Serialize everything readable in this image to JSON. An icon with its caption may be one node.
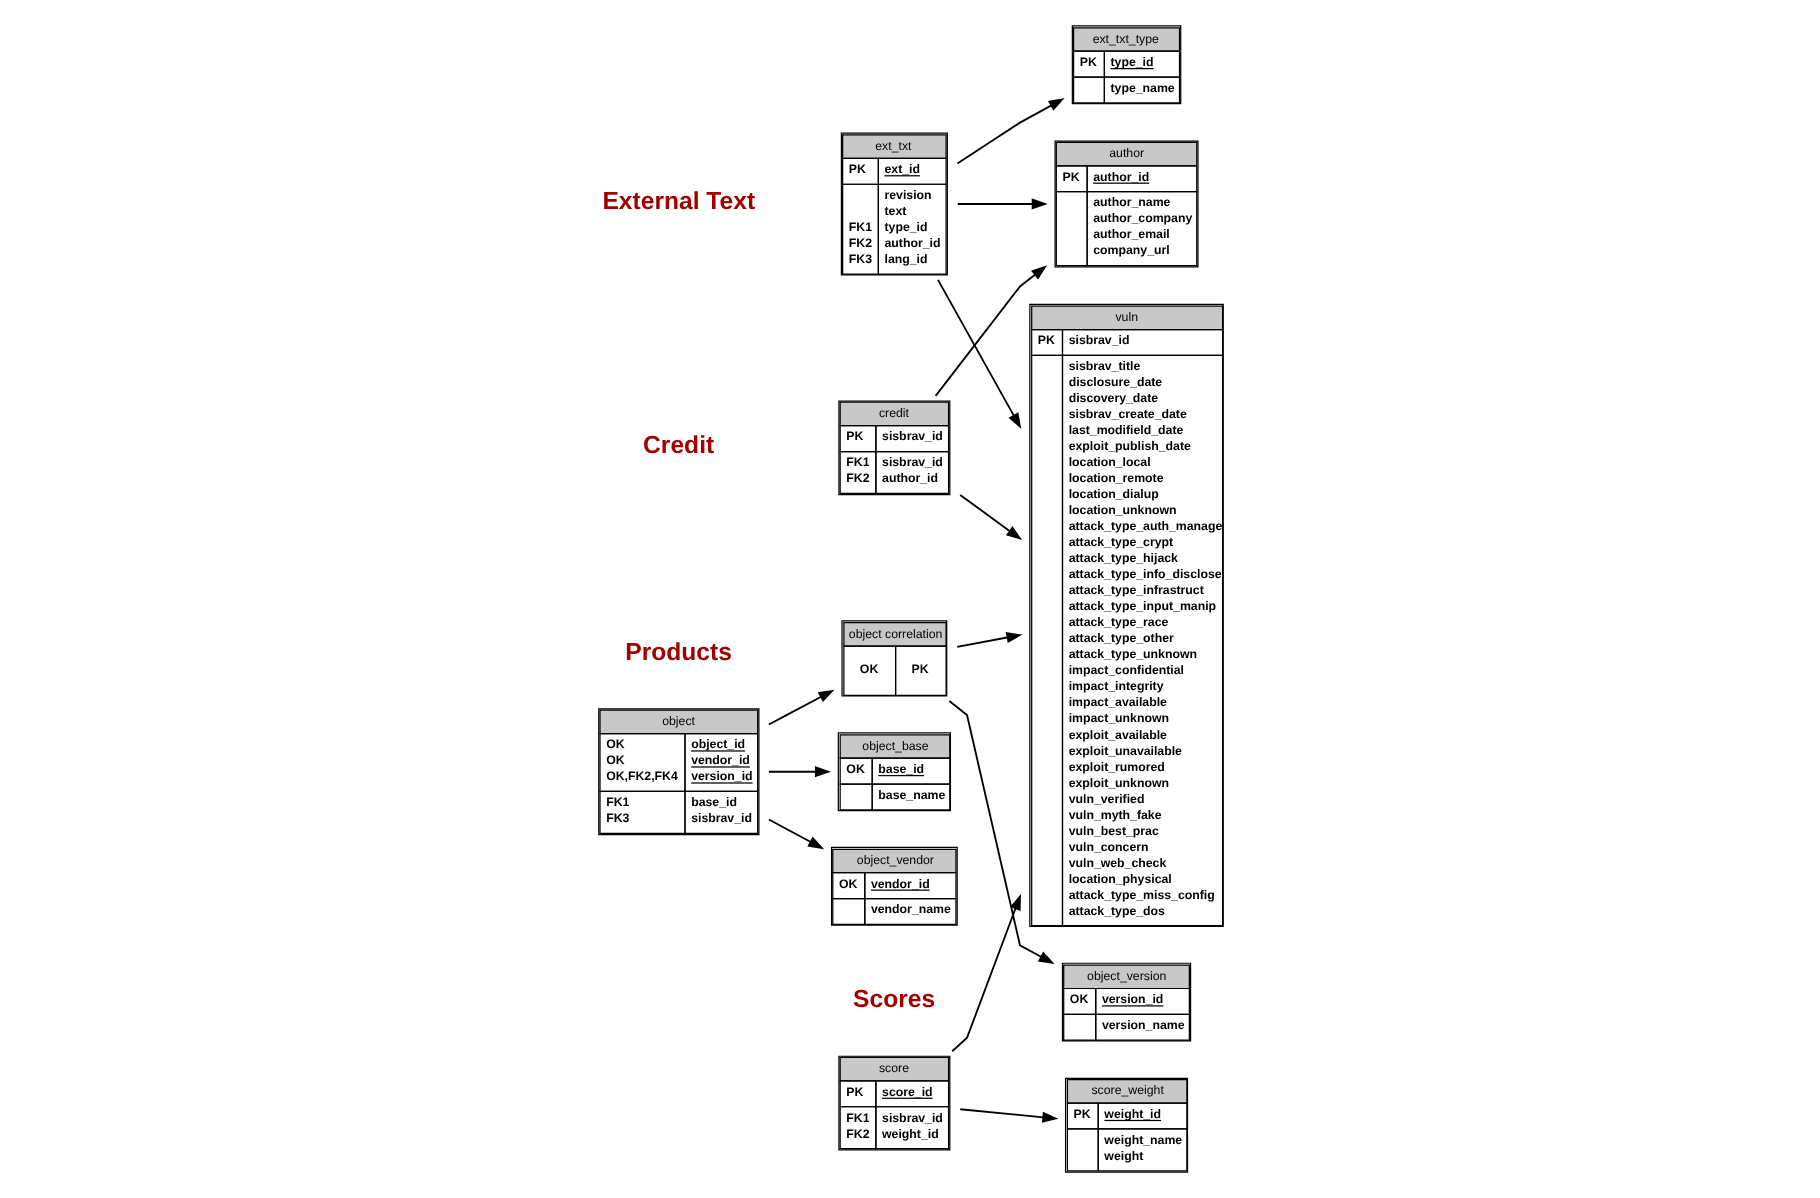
{
  "diagram": {
    "nodes": [
      {
        "text": [
          "object_base",
          "OK",
          "base_id",
          "base_name"
        ]
      },
      {
        "text": [
          "object",
          "OK",
          "object_id",
          "OK",
          "vendor_id",
          "OK,FK2,FK4",
          "version_id",
          "FK1",
          "base_id",
          "FK3",
          "sisbrav_id"
        ]
      },
      {
        "text": [
          "object_vendor",
          "OK",
          "vendor_id",
          "vendor_name"
        ]
      },
      {
        "text": [
          "object correlation",
          "OK",
          "PK"
        ]
      },
      {
        "text": [
          "object_version",
          "OK",
          "version_id",
          "version_name"
        ]
      },
      {
        "text": [
          "score_weight",
          "PK",
          "weight_id",
          "weight_name",
          "weight"
        ]
      },
      {
        "text": [
          "score",
          "PK",
          "score_id",
          "FK1",
          "sisbrav_id",
          "FK2",
          "weight_id"
        ]
      },
      {
        "text": [
          "vuln",
          "PK",
          "sisbrav_id",
          "sisbrav_title",
          "disclosure_date",
          "discovery_date",
          "sisbrav_create_date",
          "last_modifield_date",
          "exploit_publish_date",
          "location_local",
          "location_remote",
          "location_dialup",
          "location_unknown",
          "attack_type_auth_manage",
          "attack_type_crypt",
          "attack_type_hijack",
          "attack_type_info_disclose",
          "attack_type_infrastruct",
          "attack_type_input_manip",
          "attack_type_race",
          "attack_type_other",
          "attack_type_unknown",
          "impact_confidential",
          "impact_integrity",
          "impact_available",
          "impact_unknown",
          "exploit_available",
          "exploit_unavailable",
          "exploit_rumored",
          "exploit_unknown",
          "vuln_verified",
          "vuln_myth_fake",
          "vuln_best_prac",
          "vuln_concern",
          "vuln_web_check",
          "location_physical",
          "attack_type_miss_config",
          "attack_type_dos"
        ]
      },
      {
        "text": [
          "ext_txt",
          "PK",
          "ext_id",
          "revision",
          "text",
          "FK1",
          "type_id",
          "FK2",
          "author_id",
          "FK3",
          "lang_id"
        ]
      },
      {
        "text": [
          "ext_txt_type",
          "PK",
          "type_id",
          "type_name"
        ]
      },
      {
        "text": [
          "author",
          "PK",
          "author_id",
          "author_name",
          "author_company",
          "author_email",
          "company_url"
        ]
      },
      {
        "text": [
          "credit",
          "PK",
          "sisbrav_id",
          "FK1",
          "sisbrav_id",
          "FK2",
          "author_id"
        ]
      }
    ],
    "edges": [
      {
        "from": 1,
        "to": 0,
        "arrow": "to"
      },
      {
        "from": 1,
        "to": 2,
        "arrow": "to"
      },
      {
        "from": 1,
        "to": 3,
        "arrow": "to"
      },
      {
        "from": 3,
        "to": 4,
        "arrow": "to"
      },
      {
        "from": 3,
        "to": 7,
        "arrow": "to"
      },
      {
        "from": 6,
        "to": 5,
        "arrow": "to"
      },
      {
        "from": 6,
        "to": 7,
        "arrow": "to"
      },
      {
        "from": 8,
        "to": 7,
        "arrow": "to"
      },
      {
        "from": 8,
        "to": 10,
        "arrow": "to"
      },
      {
        "from": 8,
        "to": 9,
        "arrow": "to"
      },
      {
        "from": 11,
        "to": 10,
        "arrow": "to"
      },
      {
        "from": 11,
        "to": 7,
        "arrow": "to"
      }
    ],
    "labels": [
      "Products",
      "External Text",
      "Credit",
      "Scores"
    ]
  }
}
